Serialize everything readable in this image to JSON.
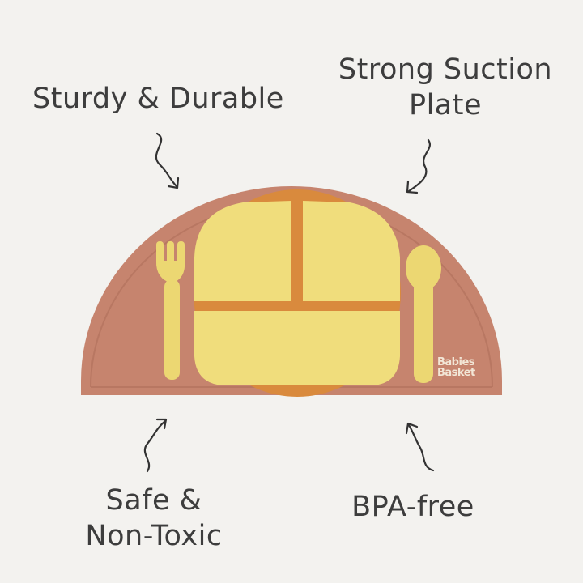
{
  "labels": {
    "sturdy": "Sturdy & Durable",
    "suction_line1": "Strong Suction",
    "suction_line2": "Plate",
    "safe_line1": "Safe &",
    "safe_line2": "Non-Toxic",
    "bpa": "BPA-free"
  },
  "brand": {
    "line1": "Babies",
    "line2": "Basket"
  },
  "colors": {
    "background": "#f3f2ef",
    "placemat": "#c6846e",
    "plate_rim": "#d98a3d",
    "plate_well": "#f0dd7c",
    "utensils": "#ecd772",
    "text": "#3d3d3d"
  }
}
